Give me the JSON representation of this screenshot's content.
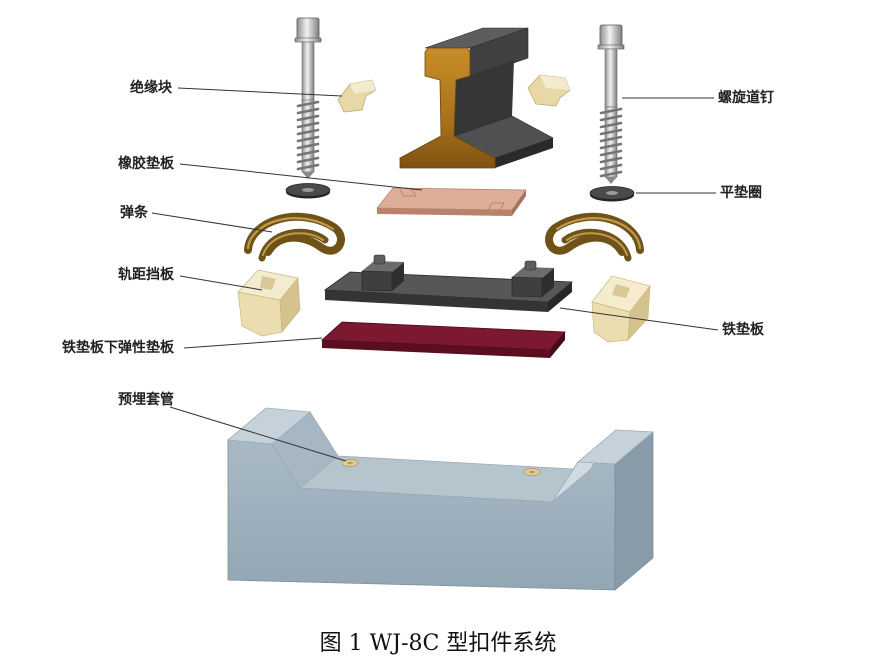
{
  "labels": {
    "insulation_block": "绝缘块",
    "rubber_pad": "橡胶垫板",
    "elastic_clip": "弹条",
    "gauge_baffle": "轨距挡板",
    "elastic_pad_under_plate": "铁垫板下弹性垫板",
    "embedded_sleeve": "预埋套管",
    "spiral_spike": "螺旋道钉",
    "flat_washer": "平垫圈",
    "iron_pad": "铁垫板"
  },
  "caption": "图 1 WJ-8C 型扣件系统"
}
